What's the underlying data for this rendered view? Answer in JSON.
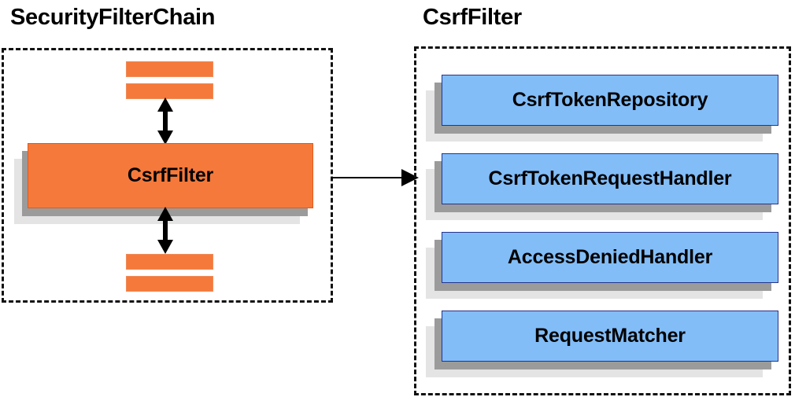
{
  "diagram": {
    "type": "component-relationship-diagram",
    "background_color": "#ffffff",
    "panels": [
      {
        "id": "security-filter-chain",
        "title": "SecurityFilterChain",
        "border_style": "dashed",
        "border_color": "#111111"
      },
      {
        "id": "csrf-filter-detail",
        "title": "CsrfFilter",
        "border_style": "dashed",
        "border_color": "#111111"
      }
    ]
  },
  "left_panel": {
    "title": "SecurityFilterChain",
    "highlighted_filter": {
      "label": "CsrfFilter",
      "fill_color": "#f5793b",
      "border_color": "#e05a1c",
      "shadow_colors": [
        "#9b9b9b",
        "#e4e4e4"
      ]
    },
    "filter_bars_above": [
      {
        "name": "filter-bar-upper-1",
        "fill_color": "#f5793b"
      },
      {
        "name": "filter-bar-upper-2",
        "fill_color": "#f5793b"
      }
    ],
    "filter_bars_below": [
      {
        "name": "filter-bar-lower-1",
        "fill_color": "#f5793b"
      },
      {
        "name": "filter-bar-lower-2",
        "fill_color": "#f5793b"
      }
    ],
    "connectors": [
      {
        "name": "chain-link-above",
        "direction": "bidirectional-vertical",
        "color": "#000000"
      },
      {
        "name": "chain-link-below",
        "direction": "bidirectional-vertical",
        "color": "#000000"
      }
    ]
  },
  "cross_panel_connector": {
    "name": "expand-to-detail-arrow",
    "direction": "left-to-right",
    "color": "#000000",
    "from": "CsrfFilter",
    "to": "CsrfFilter detail panel"
  },
  "right_panel": {
    "title": "CsrfFilter",
    "collaborators": [
      {
        "label": "CsrfTokenRepository",
        "fill_color": "#82bdf8",
        "border_color": "#26348c"
      },
      {
        "label": "CsrfTokenRequestHandler",
        "fill_color": "#82bdf8",
        "border_color": "#26348c"
      },
      {
        "label": "AccessDeniedHandler",
        "fill_color": "#82bdf8",
        "border_color": "#26348c"
      },
      {
        "label": "RequestMatcher",
        "fill_color": "#82bdf8",
        "border_color": "#26348c"
      }
    ]
  },
  "colors": {
    "orange_fill": "#f5793b",
    "orange_border": "#e05a1c",
    "blue_fill": "#82bdf8",
    "blue_border": "#26348c",
    "shadow_mid": "#9b9b9b",
    "shadow_back": "#e4e4e4",
    "stroke": "#000000"
  }
}
